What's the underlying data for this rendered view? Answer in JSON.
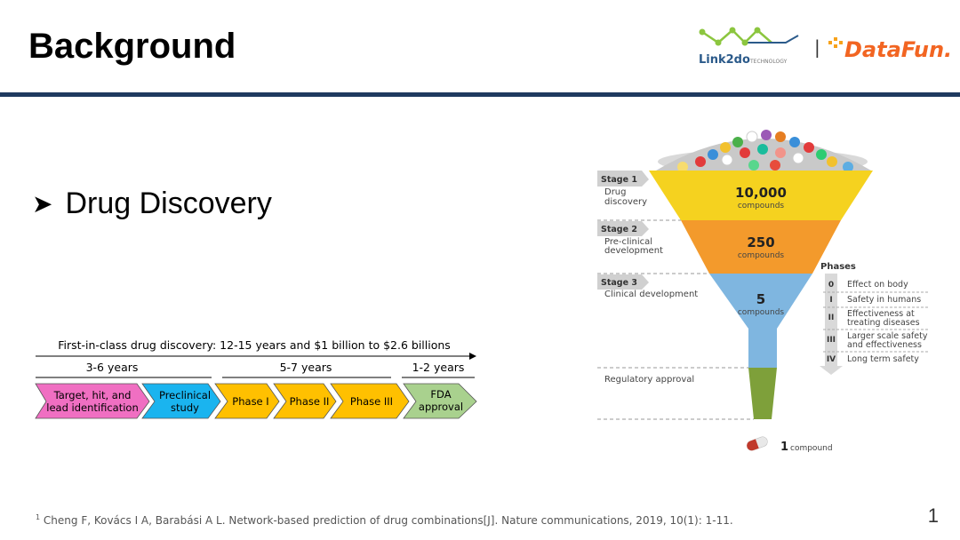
{
  "slide": {
    "title": "Background",
    "page_number": "1"
  },
  "logos": {
    "link2do_name": "Link2do",
    "link2do_tagline": "TECHNOLOGY",
    "separator": "|",
    "datafun_name": "DataFun."
  },
  "bullet": {
    "text": "Drug Discovery"
  },
  "timeline": {
    "headline": "First-in-class drug discovery: 12-15 years and $1 billion to $2.6 billions",
    "durations": [
      "3-6 years",
      "5-7 years",
      "1-2 years"
    ],
    "steps": [
      {
        "line1": "Target, hit, and",
        "line2": "lead identification",
        "color": "#f06fc2"
      },
      {
        "line1": "Preclinical",
        "line2": "study",
        "color": "#1ab4ef"
      },
      {
        "line1": "Phase I",
        "line2": "",
        "color": "#ffc000"
      },
      {
        "line1": "Phase II",
        "line2": "",
        "color": "#ffc000"
      },
      {
        "line1": "Phase III",
        "line2": "",
        "color": "#ffc000"
      },
      {
        "line1": "FDA",
        "line2": "approval",
        "color": "#a9d18e"
      }
    ]
  },
  "funnel": {
    "stages": [
      {
        "tag": "Stage 1",
        "label_line1": "Drug",
        "label_line2": "discovery",
        "count": "10,000",
        "unit": "compounds",
        "color": "#f5d21f"
      },
      {
        "tag": "Stage 2",
        "label_line1": "Pre-clinical",
        "label_line2": "development",
        "count": "250",
        "unit": "compounds",
        "color": "#f39a2c"
      },
      {
        "tag": "Stage 3",
        "label_line1": "Clinical development",
        "label_line2": "",
        "count": "5",
        "unit": "compounds",
        "color": "#7fb6e0"
      }
    ],
    "regulatory_label": "Regulatory approval",
    "regulatory_color": "#7ea03a",
    "phases_title": "Phases",
    "phases": [
      {
        "num": "0",
        "line1": "Effect on body",
        "line2": ""
      },
      {
        "num": "I",
        "line1": "Safety in humans",
        "line2": ""
      },
      {
        "num": "II",
        "line1": "Effectiveness at",
        "line2": "treating diseases"
      },
      {
        "num": "III",
        "line1": "Larger scale safety",
        "line2": "and effectiveness"
      },
      {
        "num": "IV",
        "line1": "Long term safety",
        "line2": ""
      }
    ],
    "final_count": "1",
    "final_unit": "compound"
  },
  "footnote": {
    "marker": "1",
    "text": " Cheng F, Kovács I A, Barabási A L. Network-based prediction of drug combinations[J]. Nature communications, 2019, 10(1): 1-11."
  },
  "colors": {
    "title_rule": "#1f3a5f",
    "link2do_green": "#8cc63f",
    "datafun_orange": "#f26522"
  }
}
